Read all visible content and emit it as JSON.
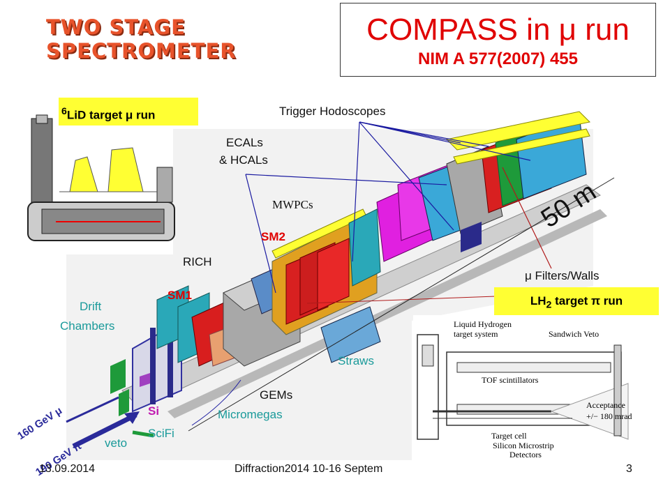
{
  "headline": {
    "line1": "TWO STAGE",
    "line2": "SPECTROMETER"
  },
  "title_box": {
    "title": "COMPASS in μ run",
    "reference": "NIM A 577(2007) 455"
  },
  "targets": {
    "lid_sup": "6",
    "lid_text": "LiD target μ run",
    "lh2_main": "LH",
    "lh2_sub": "2",
    "lh2_rest": " target π run"
  },
  "labels": {
    "trigger": "Trigger Hodoscopes",
    "ecal1": "ECALs",
    "ecal2": "& HCALs",
    "mwpc": "MWPCs",
    "sm2": "SM2",
    "rich": "RICH",
    "sm1": "SM1",
    "drift1": "Drift",
    "drift2": "Chambers",
    "filters": "μ Filters/Walls",
    "straws": "Straws",
    "gems": "GEMs",
    "micromegas": "Micromegas",
    "si": "Si",
    "scifi": "SciFi",
    "veto": "veto",
    "length": "50 m",
    "beam_mu": "160 GeV  μ",
    "beam_pi": "190 GeV  π"
  },
  "inset": {
    "lh2_target_system_1": "Liquid Hydrogen",
    "lh2_target_system_2": "target system",
    "sandwich_veto": "Sandwich Veto",
    "tof": "TOF scintillators",
    "acceptance_1": "Acceptance",
    "acceptance_2": "+/− 180 mrad",
    "target_cell": "Target cell",
    "silicon_1": "Silicon Microstrip",
    "silicon_2": "Detectors"
  },
  "footer": {
    "date": "13.09.2014",
    "conference": "Diffraction2014 10-16 Septem",
    "page": "3"
  }
}
